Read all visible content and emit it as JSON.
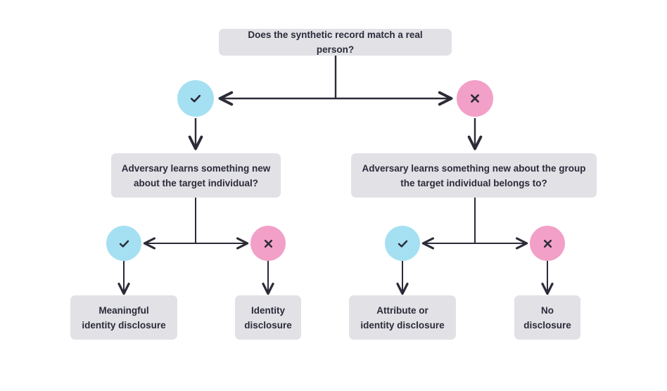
{
  "diagram": {
    "title_node": {
      "label": "Does the synthetic record match a real person?"
    },
    "level2": [
      {
        "label": "Adversary learns something new\nabout the target individual?"
      },
      {
        "label": "Adversary learns something new about the group\nthe target  individual belongs to?"
      }
    ],
    "outcomes": [
      {
        "label": "Meaningful\nidentity disclosure"
      },
      {
        "label": "Identity\ndisclosure"
      },
      {
        "label": "Attribute or\nidentity disclosure"
      },
      {
        "label": "No\ndisclosure"
      }
    ],
    "badges": [
      {
        "name": "check-icon",
        "type": "yes"
      },
      {
        "name": "cross-icon",
        "type": "no"
      },
      {
        "name": "check-icon",
        "type": "yes"
      },
      {
        "name": "cross-icon",
        "type": "no"
      },
      {
        "name": "check-icon",
        "type": "yes"
      },
      {
        "name": "cross-icon",
        "type": "no"
      }
    ],
    "colors": {
      "yes_badge": "#a4e0f2",
      "no_badge": "#f2a0c8",
      "box_background": "#e1e1e6",
      "text": "#2b2b3a",
      "connector": "#2b2b38",
      "page_background": "#ffffff"
    }
  }
}
